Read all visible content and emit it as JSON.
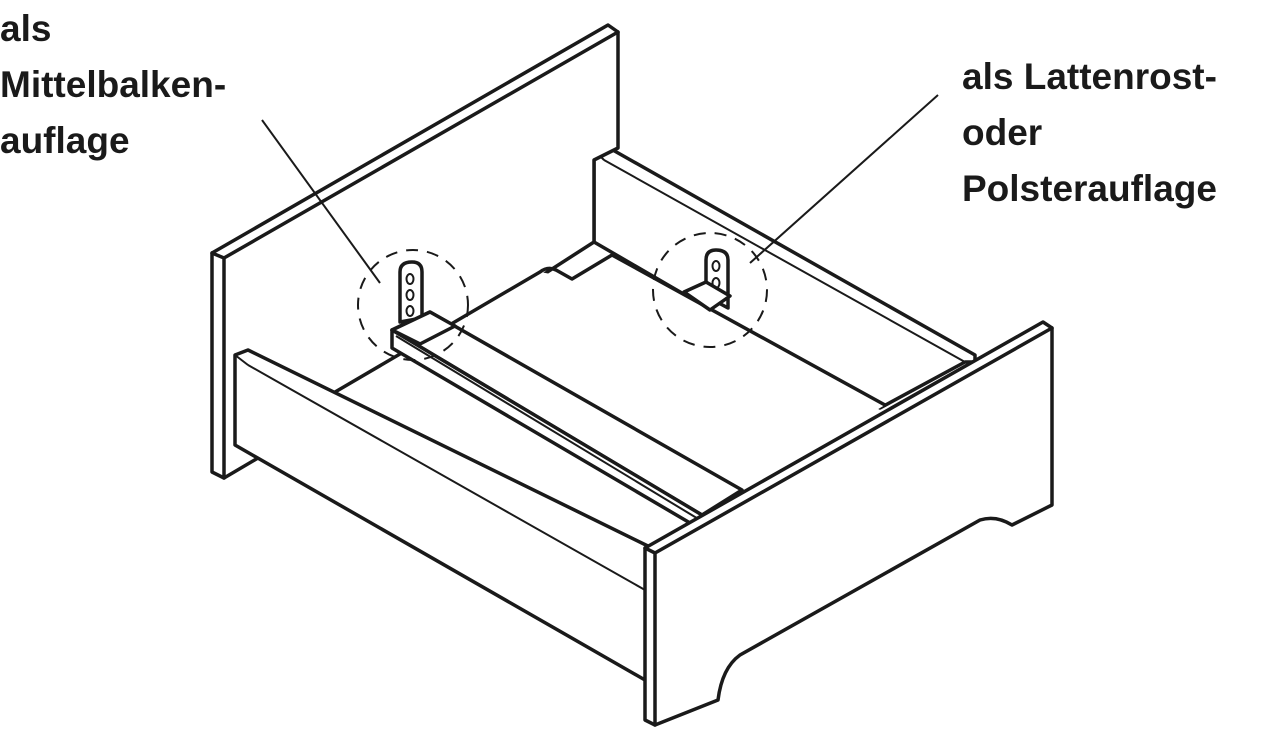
{
  "labels": {
    "center_beam_support": [
      "als",
      "Mittelbalken-",
      "auflage"
    ],
    "slatted_frame_support": [
      "als Lattenrost-",
      "oder",
      "Polsterauflage"
    ]
  },
  "colors": {
    "line": "#1a1a1a",
    "background": "#ffffff"
  }
}
